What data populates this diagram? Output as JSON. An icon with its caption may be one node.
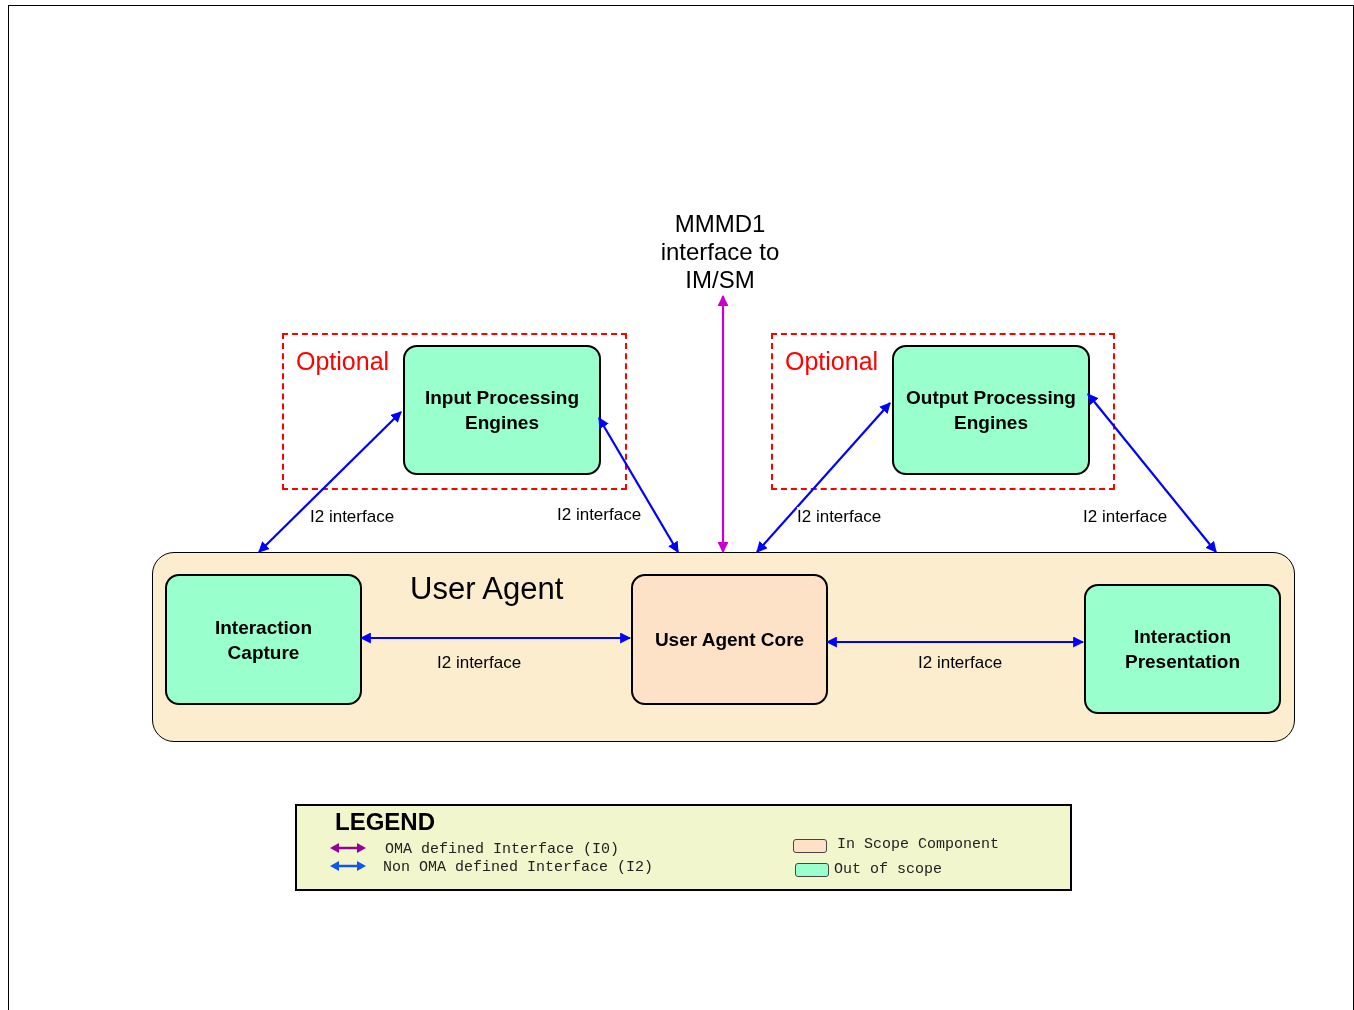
{
  "diagram": {
    "nodes": [
      {
        "text": [
          "Optional"
        ]
      },
      {
        "text": [
          "Input Processing Engines"
        ],
        "in": 0
      },
      {
        "text": [
          "Optional"
        ]
      },
      {
        "text": [
          "Output Processing Engines"
        ],
        "in": 2
      },
      {
        "text": [
          "MMMD1 interface to IM/SM"
        ]
      },
      {
        "text": [
          "User Agent"
        ]
      },
      {
        "text": [
          "Interaction Capture"
        ],
        "in": 5
      },
      {
        "text": [
          "User Agent Core"
        ],
        "in": 5
      },
      {
        "text": [
          "Interaction Presentation"
        ],
        "in": 5
      }
    ],
    "edges": [
      {
        "from": 1,
        "to": 5,
        "arrow": "both",
        "label": "I2 interface"
      },
      {
        "from": 1,
        "to": 5,
        "arrow": "both",
        "label": "I2 interface"
      },
      {
        "from": 4,
        "to": 5,
        "arrow": "both",
        "color": "#cc00cc"
      },
      {
        "from": 3,
        "to": 5,
        "arrow": "both",
        "label": "I2 interface"
      },
      {
        "from": 3,
        "to": 5,
        "arrow": "both",
        "label": "I2 interface"
      },
      {
        "from": 6,
        "to": 7,
        "arrow": "both",
        "label": "I2 interface"
      },
      {
        "from": 7,
        "to": 8,
        "arrow": "both",
        "label": "I2 interface"
      }
    ],
    "labels": [
      "LEGEND"
    ],
    "legend": [
      {
        "text": "OMA defined Interface (I0)"
      },
      {
        "text": "Non OMA defined Interface (I2)"
      },
      {
        "text": "In Scope Component",
        "color": "#fde2c8"
      },
      {
        "text": "Out of scope",
        "color": "#99ffcc"
      }
    ]
  }
}
